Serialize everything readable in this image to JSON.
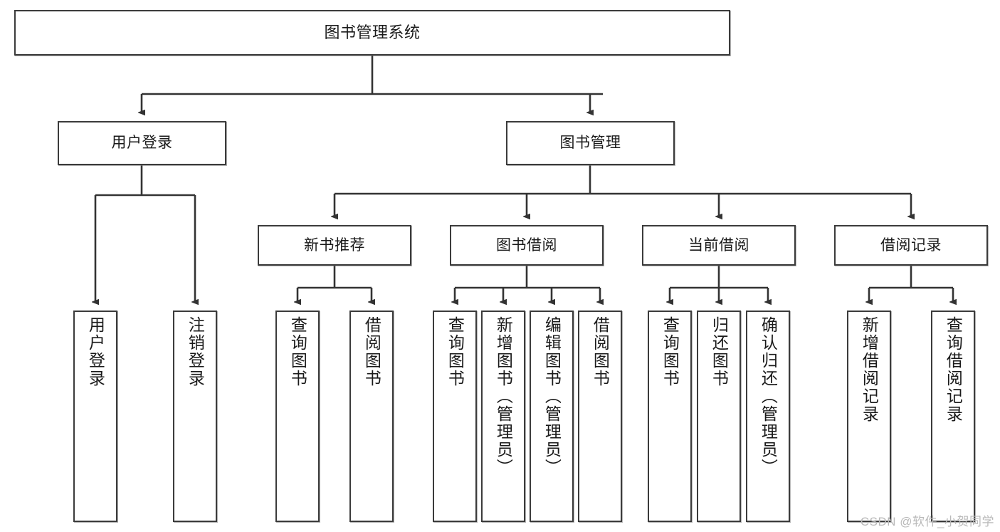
{
  "diagram": {
    "title": "图书管理系统",
    "type": "tree-hierarchy",
    "colors": {
      "box_border": "#3b3b3b",
      "box_fill": "#ffffff",
      "connector": "#333333",
      "text": "#1a1a1a",
      "watermark": "#b9b9b9",
      "background": "#ffffff"
    },
    "root": {
      "label": "图书管理系统"
    },
    "level2": [
      {
        "label": "用户登录"
      },
      {
        "label": "图书管理"
      }
    ],
    "level3": [
      {
        "label": "新书推荐"
      },
      {
        "label": "图书借阅"
      },
      {
        "label": "当前借阅"
      },
      {
        "label": "借阅记录"
      }
    ],
    "leaves": {
      "user_login": [
        {
          "label": "用户登录"
        },
        {
          "label": "注销登录"
        }
      ],
      "new_book_recommend": [
        {
          "label": "查询图书"
        },
        {
          "label": "借阅图书"
        }
      ],
      "book_borrow": [
        {
          "label": "查询图书"
        },
        {
          "label": "新增图书（管理员）"
        },
        {
          "label": "编辑图书（管理员）"
        },
        {
          "label": "借阅图书"
        }
      ],
      "current_borrow": [
        {
          "label": "查询图书"
        },
        {
          "label": "归还图书"
        },
        {
          "label": "确认归还（管理员）"
        }
      ],
      "borrow_record": [
        {
          "label": "新增借阅记录"
        },
        {
          "label": "查询借阅记录"
        }
      ]
    }
  },
  "watermark": {
    "text": "CSDN @软件_小贺同学"
  }
}
